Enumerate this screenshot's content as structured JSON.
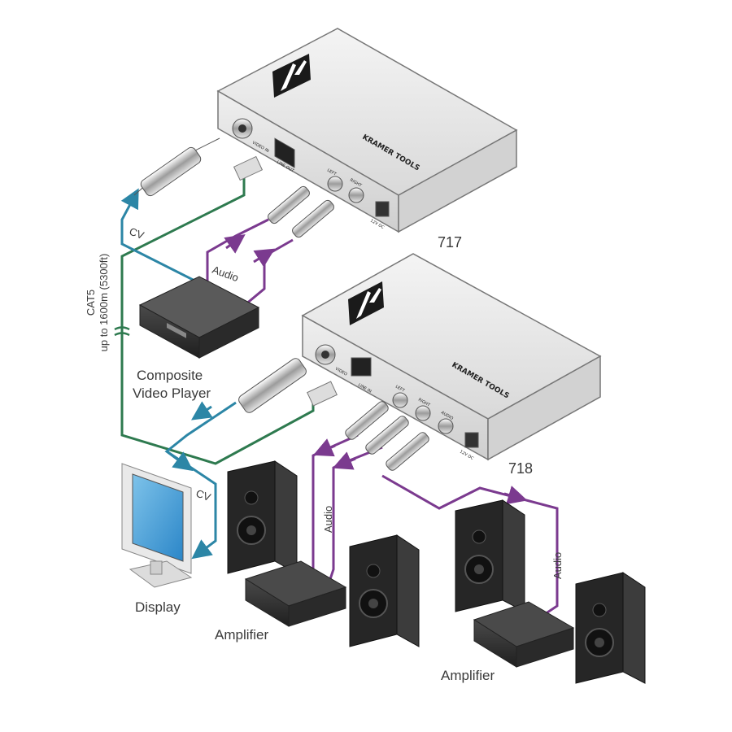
{
  "devices": {
    "tx": {
      "model": "717",
      "brand": "KRAMER TOOLS"
    },
    "rx": {
      "model": "718",
      "brand": "KRAMER TOOLS"
    }
  },
  "connectors": {
    "video_in": "VIDEO IN",
    "video_out": "VIDEO",
    "line_out": "LINE OUT",
    "line_in": "LINE IN",
    "left": "LEFT",
    "right": "RIGHT",
    "audio": "AUDIO",
    "power": "12V DC"
  },
  "labels": {
    "cv_top": "CV",
    "cv_bottom": "CV",
    "audio_top": "Audio",
    "audio_left": "Audio",
    "audio_right": "Audio",
    "cat5_line1": "CAT5",
    "cat5_line2": "up to 1600m (5300ft)",
    "player_line1": "Composite",
    "player_line2": "Video Player",
    "display": "Display",
    "amp_left": "Amplifier",
    "amp_right": "Amplifier"
  },
  "colors": {
    "cat5": "#2e7a4f",
    "video": "#2c86a6",
    "audio": "#7b3a8f"
  }
}
